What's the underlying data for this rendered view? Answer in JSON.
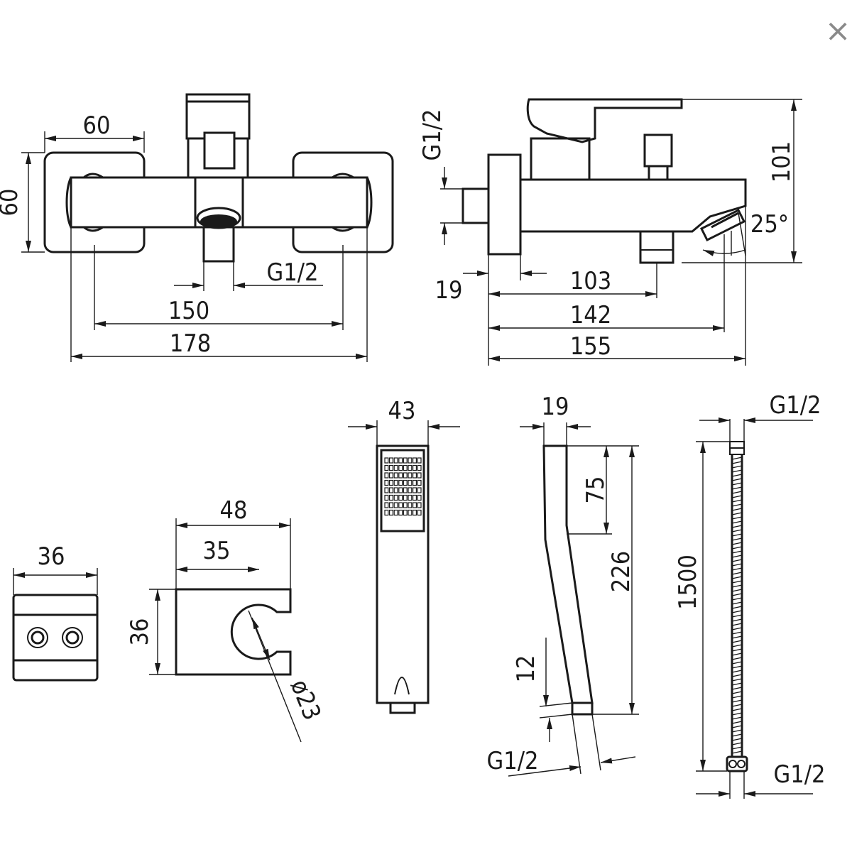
{
  "close_icon": "×",
  "labels": {
    "front_width_60": "60",
    "front_height_60": "60",
    "front_inlet_g12": "G1/2",
    "front_width_150": "150",
    "front_width_178": "178",
    "side_inlet_g12": "G1/2",
    "side_height_101": "101",
    "side_angle_25": "25°",
    "side_width_19": "19",
    "side_length_103": "103",
    "side_length_142": "142",
    "side_length_155": "155",
    "handshower_width_43": "43",
    "handshower_depth_19": "19",
    "handshower_head_75": "75",
    "handshower_length_226": "226",
    "handshower_thread_12": "12",
    "handshower_thread_g12": "G1/2",
    "hose_top_g12": "G1/2",
    "hose_length_1500": "1500",
    "hose_bottom_g12": "G1/2",
    "plate_width_36": "36",
    "holder_width_48": "48",
    "holder_width_35": "35",
    "holder_height_36": "36",
    "holder_diameter_23": "ø23"
  }
}
